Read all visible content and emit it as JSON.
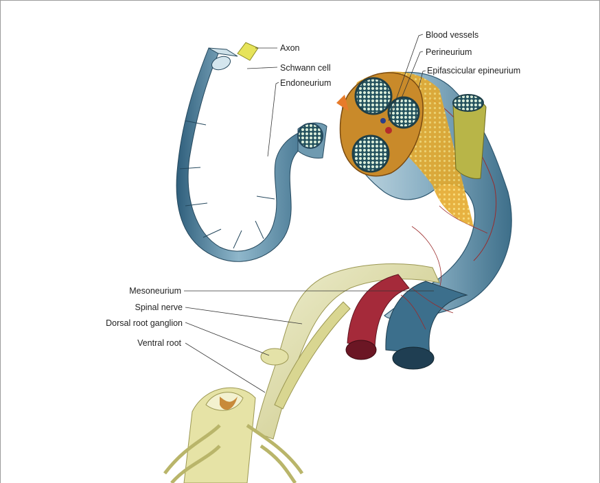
{
  "labels": {
    "axon": "Axon",
    "schwann_cell": "Schwann cell",
    "endoneurium": "Endoneurium",
    "blood_vessels": "Blood vessels",
    "perineurium": "Perineurium",
    "epifascicular_epineurium": "Epifascicular epineurium",
    "mesoneurium": "Mesoneurium",
    "spinal_nerve": "Spinal nerve",
    "dorsal_root_ganglion": "Dorsal root ganglion",
    "ventral_root": "Ventral root"
  },
  "colors": {
    "nerve_blue": "#5f8ea8",
    "nerve_light": "#b9d4e0",
    "fascicle_fill": "#2e5f6e",
    "fat_yellow": "#e9b43a",
    "root_yellow": "#d8d592",
    "artery_red": "#a52a3a",
    "vein_blue": "#3c6f8c",
    "axon_yellow": "#e6e35a"
  }
}
